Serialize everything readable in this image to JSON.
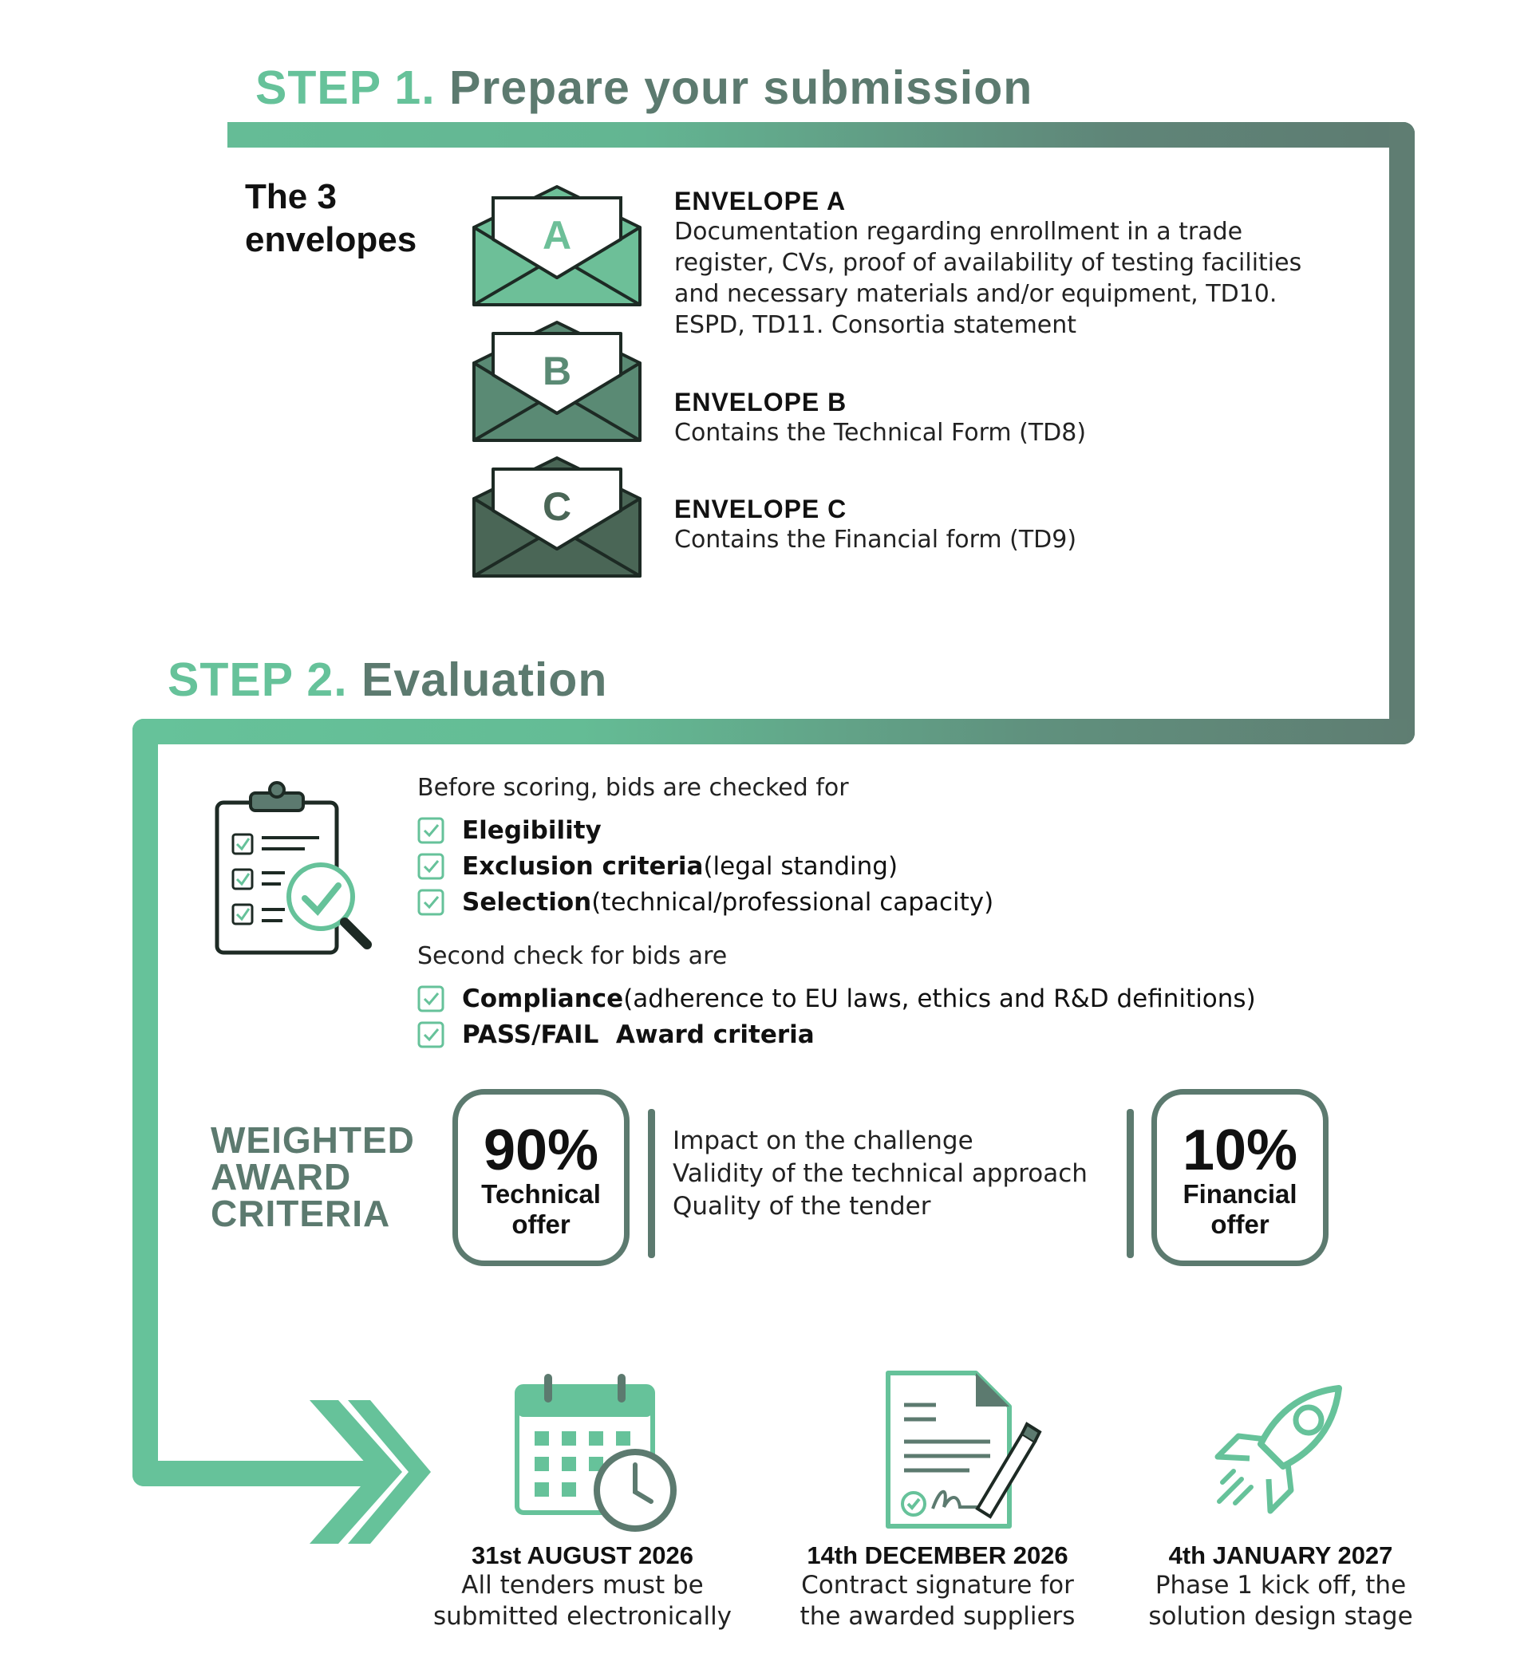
{
  "step1": {
    "number": "STEP 1.",
    "title": "Prepare your submission",
    "side_heading_line1": "The 3",
    "side_heading_line2": "envelopes",
    "envelopes": [
      {
        "letter": "A",
        "heading": "ENVELOPE A",
        "lines": [
          "Documentation regarding enrollment in a trade",
          "register, CVs, proof of availability of testing facilities",
          "and necessary materials and/or equipment, TD10.",
          "ESPD, TD11. Consortia statement"
        ],
        "color": "#6dbf98"
      },
      {
        "letter": "B",
        "heading": "ENVELOPE B",
        "lines": [
          "Contains the Technical Form (TD8)"
        ],
        "color": "#5a8a74"
      },
      {
        "letter": "C",
        "heading": "ENVELOPE C",
        "lines": [
          "Contains the Financial form (TD9)"
        ],
        "color": "#4a6656"
      }
    ]
  },
  "step2": {
    "number": "STEP 2.",
    "title": "Evaluation",
    "first_check_intro": "Before scoring, bids are checked for",
    "first_checks": [
      {
        "bold": "Elegibility",
        "rest": ""
      },
      {
        "bold": "Exclusion criteria",
        "rest": " (legal standing)"
      },
      {
        "bold": "Selection",
        "rest": " (technical/professional capacity)"
      }
    ],
    "second_check_intro": "Second check for bids are",
    "second_checks": [
      {
        "bold": "Compliance",
        "rest": " (adherence to EU laws, ethics and R&D definitions)"
      },
      {
        "bold": "PASS/FAIL  Award criteria",
        "rest": ""
      }
    ]
  },
  "weighted": {
    "line1": "WEIGHTED",
    "line2": "AWARD",
    "line3": "CRITERIA",
    "technical": {
      "percent": "90%",
      "label1": "Technical",
      "label2": "offer",
      "value": 90
    },
    "financial": {
      "percent": "10%",
      "label1": "Financial",
      "label2": "offer",
      "value": 10
    },
    "technical_criteria": [
      "Impact on the challenge",
      "Validity of the technical approach",
      "Quality of the tender"
    ]
  },
  "timeline": [
    {
      "date": "31st AUGUST 2026",
      "line1": "All tenders must be",
      "line2": "submitted electronically",
      "icon": "calendar-clock-icon"
    },
    {
      "date": "14th DECEMBER 2026",
      "line1": "Contract signature for",
      "line2": "the awarded suppliers",
      "icon": "contract-sign-icon"
    },
    {
      "date": "4th JANUARY 2027",
      "line1": "Phase 1 kick off, the",
      "line2": "solution design stage",
      "icon": "rocket-icon"
    }
  ],
  "colors": {
    "accent_green": "#66c29a",
    "dark_green": "#5c7a6f"
  }
}
